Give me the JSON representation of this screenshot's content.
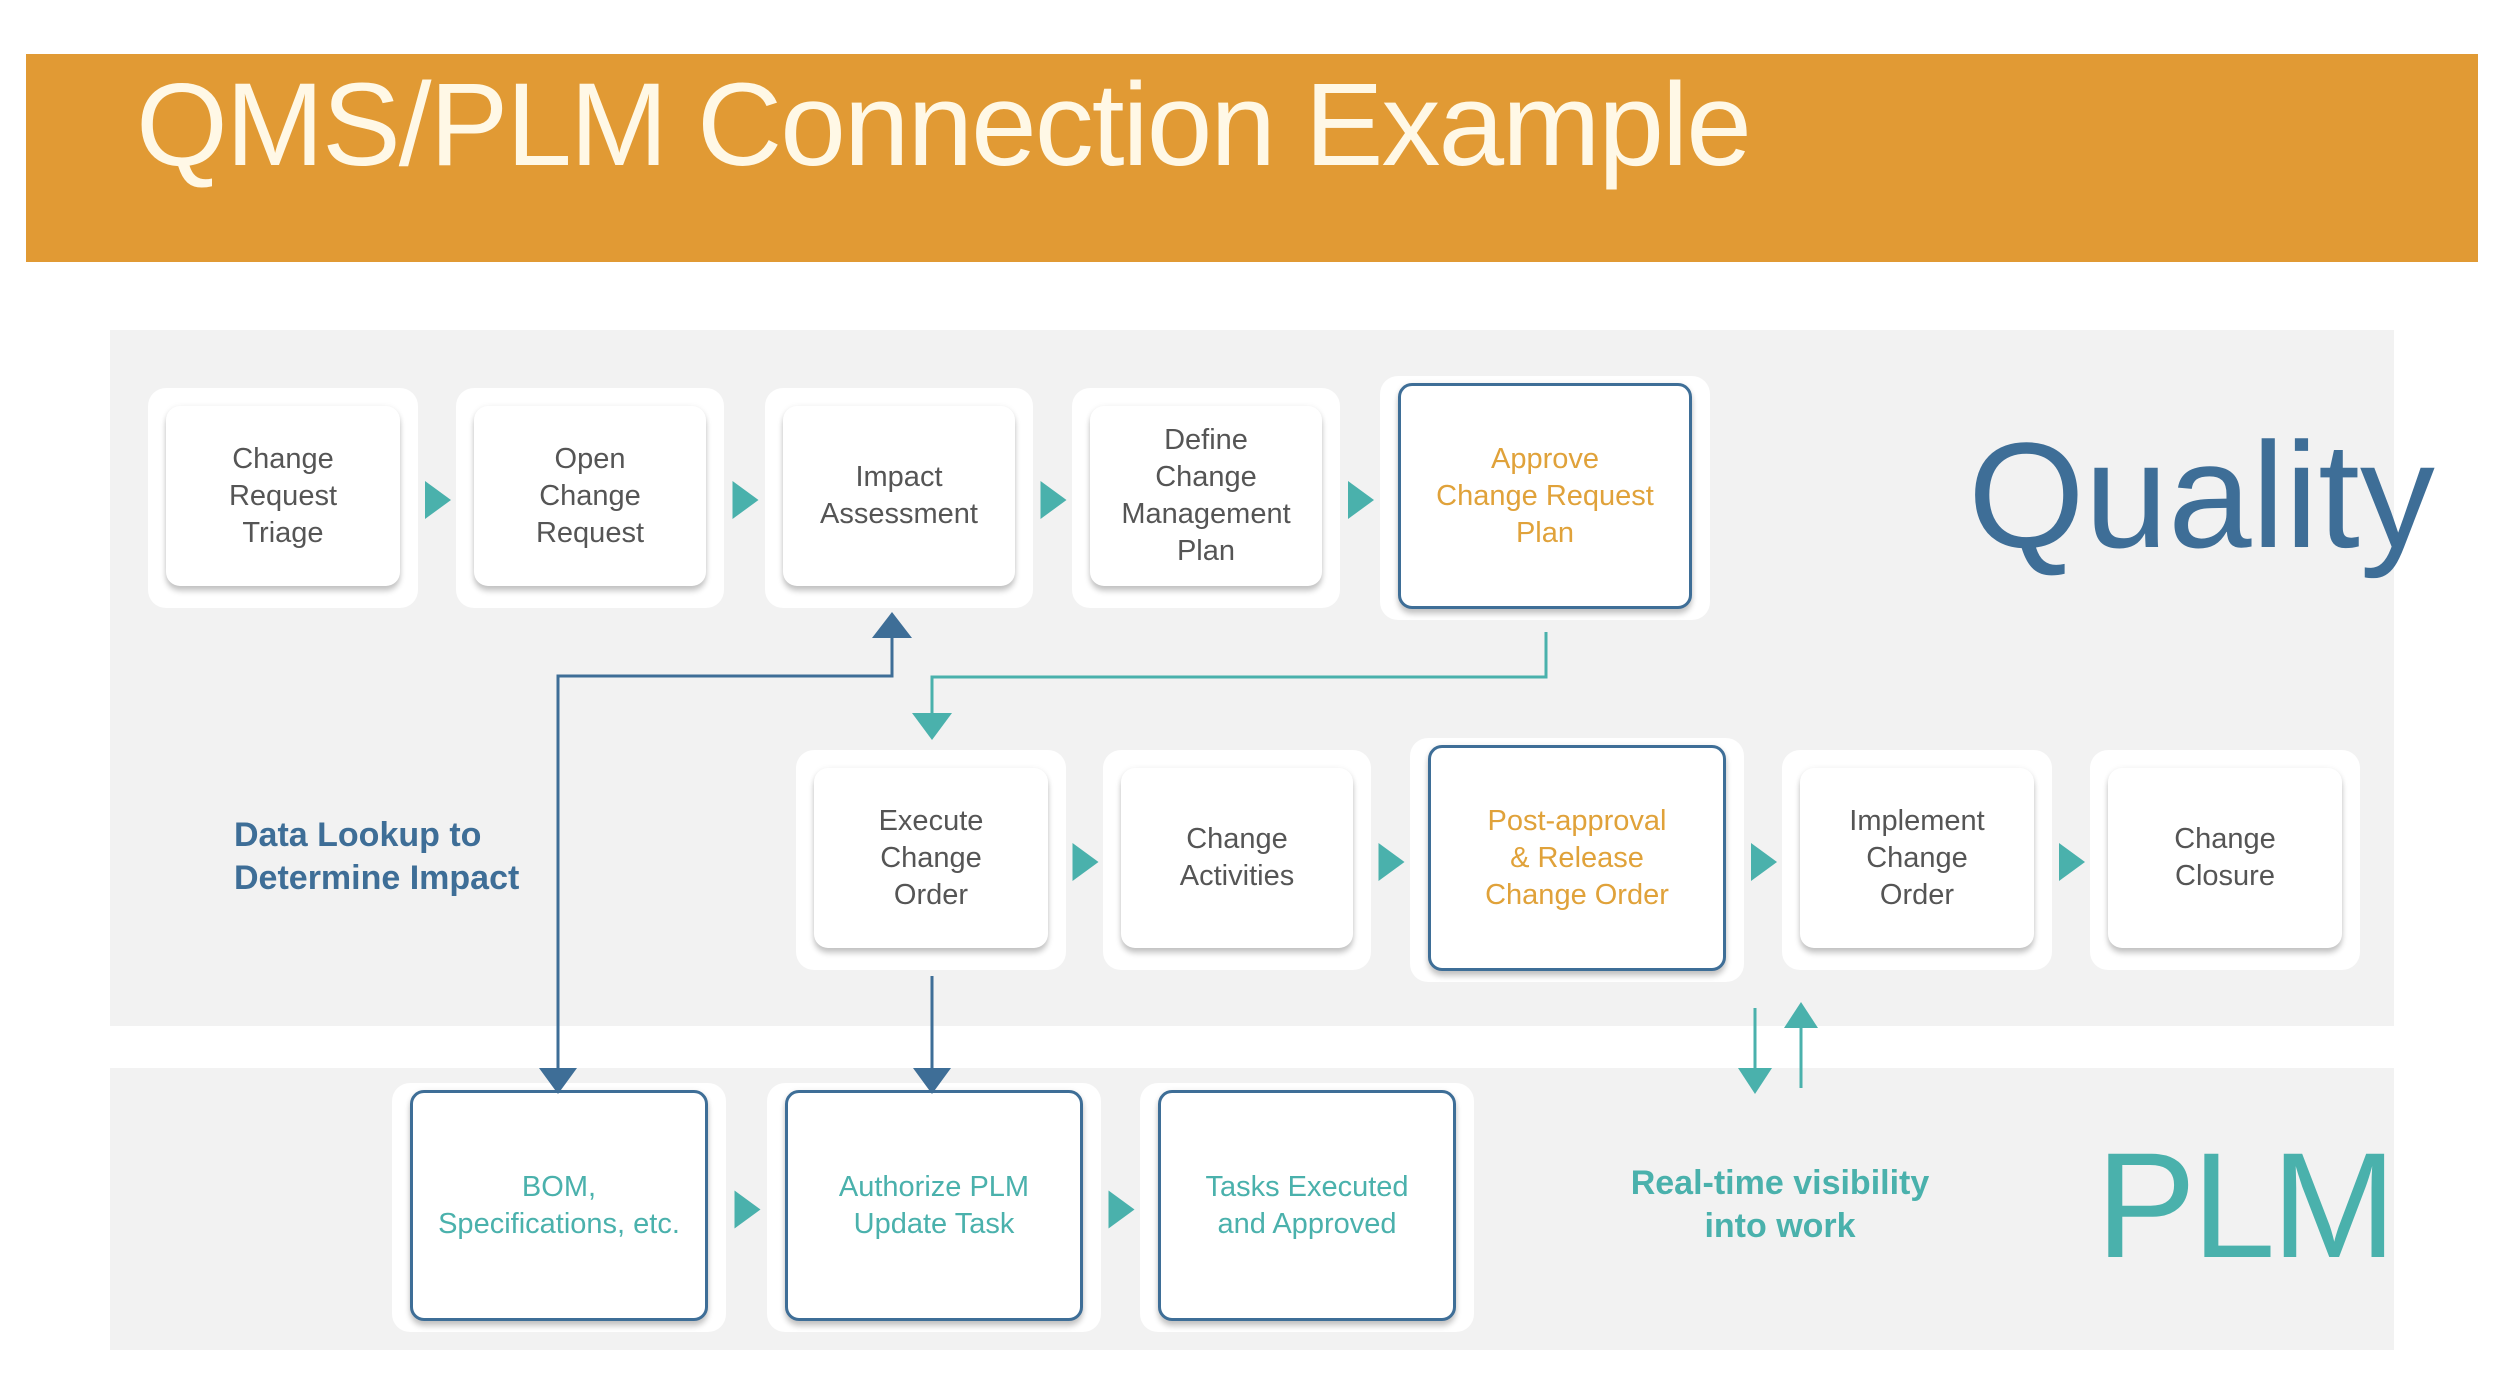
{
  "header": {
    "title": "QMS/PLM Connection Example",
    "background_color": "#e19a34"
  },
  "sections": {
    "quality": {
      "label": "Quality",
      "color": "#3e6e97"
    },
    "plm": {
      "label": "PLM",
      "color": "#4ab1ac"
    }
  },
  "quality_row_1": [
    {
      "id": "change-request-triage",
      "label": "Change Request Triage",
      "lines": [
        "Change",
        "Request",
        "Triage"
      ],
      "style": "plain"
    },
    {
      "id": "open-change-request",
      "label": "Open Change Request",
      "lines": [
        "Open",
        "Change",
        "Request"
      ],
      "style": "plain"
    },
    {
      "id": "impact-assessment",
      "label": "Impact Assessment",
      "lines": [
        "Impact",
        "Assessment"
      ],
      "style": "plain"
    },
    {
      "id": "define-change-management-plan",
      "label": "Define Change Management Plan",
      "lines": [
        "Define",
        "Change",
        "Management",
        "Plan"
      ],
      "style": "plain"
    },
    {
      "id": "approve-change-request-plan",
      "label": "Approve Change Request Plan",
      "lines": [
        "Approve",
        "Change Request",
        "Plan"
      ],
      "style": "highlight"
    }
  ],
  "quality_row_2": [
    {
      "id": "execute-change-order",
      "label": "Execute Change Order",
      "lines": [
        "Execute",
        "Change",
        "Order"
      ],
      "style": "plain"
    },
    {
      "id": "change-activities",
      "label": "Change Activities",
      "lines": [
        "Change",
        "Activities"
      ],
      "style": "plain"
    },
    {
      "id": "post-approval-release-change-order",
      "label": "Post-approval & Release Change Order",
      "lines": [
        "Post-approval",
        "& Release",
        "Change Order"
      ],
      "style": "highlight"
    },
    {
      "id": "implement-change-order",
      "label": "Implement Change Order",
      "lines": [
        "Implement",
        "Change",
        "Order"
      ],
      "style": "plain"
    },
    {
      "id": "change-closure",
      "label": "Change Closure",
      "lines": [
        "Change",
        "Closure"
      ],
      "style": "plain"
    }
  ],
  "plm_row": [
    {
      "id": "bom-specifications",
      "label": "BOM, Specifications, etc.",
      "lines": [
        "BOM,",
        "Specifications, etc."
      ],
      "style": "plm"
    },
    {
      "id": "authorize-plm-update-task",
      "label": "Authorize PLM Update Task",
      "lines": [
        "Authorize PLM",
        "Update Task"
      ],
      "style": "plm"
    },
    {
      "id": "tasks-executed-approved",
      "label": "Tasks Executed and Approved",
      "lines": [
        "Tasks Executed",
        "and Approved"
      ],
      "style": "plm"
    }
  ],
  "notes": {
    "data_lookup": [
      "Data Lookup to",
      "Determine Impact"
    ],
    "real_time": [
      "Real-time visibility",
      "into work"
    ]
  },
  "connectors": [
    {
      "from": "approve-change-request-plan",
      "to": "execute-change-order",
      "color": "#4ab1ac"
    },
    {
      "from": "bom-specifications",
      "to": "impact-assessment",
      "color": "#3e6e97",
      "bidirectional_label": "Data Lookup to Determine Impact"
    },
    {
      "from": "execute-change-order",
      "to": "authorize-plm-update-task",
      "color": "#3e6e97"
    },
    {
      "from": "post-approval-release-change-order",
      "to": "plm",
      "color": "#4ab1ac",
      "bidirectional": true,
      "label": "Real-time visibility into work"
    }
  ],
  "colors": {
    "flow_arrow": "#4ab1ac",
    "lookup_arrow": "#3e6e97",
    "highlight_text": "#e0a23a",
    "plain_text": "#555555",
    "panel_bg": "#f2f2f2"
  }
}
